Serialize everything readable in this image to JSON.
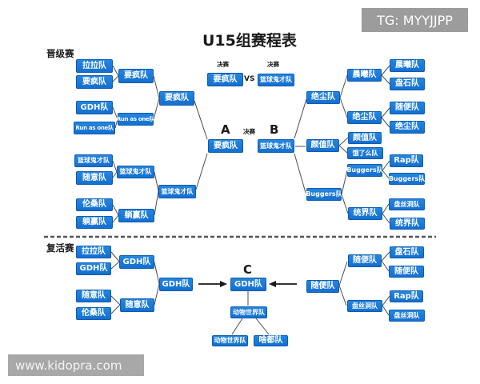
{
  "title": "U15组赛程表",
  "watermarks": {
    "top": "TG: MYYJJPP",
    "bottom": "www.kidopra.com"
  },
  "sections": {
    "promotion": "晋级赛",
    "revival": "复活赛"
  },
  "labels": {
    "final_top_left": "决赛",
    "final_top_right": "决赛",
    "final_mid": "决赛",
    "vs": "VS",
    "a": "A",
    "b": "B",
    "c": "C"
  },
  "colors": {
    "box_fill": "#1778d8",
    "box_border": "#0d5cb0",
    "line": "#4d4d4d",
    "watermark_bg": "#9c9c9c"
  },
  "final_match": {
    "left": "要疯队",
    "right": "篮球鬼才队"
  },
  "slots": {
    "a": "要疯队",
    "b": "篮球鬼才队",
    "c": "GDH队"
  },
  "nodes": {
    "lt_r1a": "拉拉队",
    "lt_r1b": "要疯队",
    "lt_w1": "要疯队",
    "lt_r1c": "GDH队",
    "lt_r1d": "Run as one队",
    "lt_w2": "Run as one队",
    "lt_sf": "要疯队",
    "lb_r1a": "篮球鬼才队",
    "lb_r1b": "随意队",
    "lb_w1": "篮球鬼才队",
    "lb_r1c": "伦桑队",
    "lb_r1d": "躺赢队",
    "lb_w2": "躺赢队",
    "lb_sf": "篮球鬼才队",
    "rt_r1a": "晨曦队",
    "rt_r1b": "盘石队",
    "rt_w1": "晨曦队",
    "rt_r1c": "随便队",
    "rt_r1d": "绝尘队",
    "rt_w2": "绝尘队",
    "rt_sf": "绝尘队",
    "rm_r1a": "颜值队",
    "rm_r1b": "饿了么队",
    "rm_sf": "颜值队",
    "rb_r1a": "Rap队",
    "rb_r1b": "Buggers队",
    "rb_w1": "Buggers队",
    "rb_r1c": "盘丝洞队",
    "rb_r1d": "统界队",
    "rb_w2": "统界队",
    "rb_sf": "Buggers队",
    "vl_r1a": "拉拉队",
    "vl_r1b": "GDH队",
    "vl_w1": "GDH队",
    "vl_r1c": "随意队",
    "vl_r1d": "伦桑队",
    "vl_w2": "随意队",
    "vl_sf": "GDH队",
    "vc_mid": "动物世界队",
    "vc_c1": "动物世界队",
    "vc_c2": "啥都队",
    "vr_r1a": "盘石队",
    "vr_r1b": "随便队",
    "vr_w1": "随便队",
    "vr_r1c": "Rap队",
    "vr_r1d": "盘丝洞队",
    "vr_w2": "盘丝洞队",
    "vr_sf": "随便队"
  }
}
